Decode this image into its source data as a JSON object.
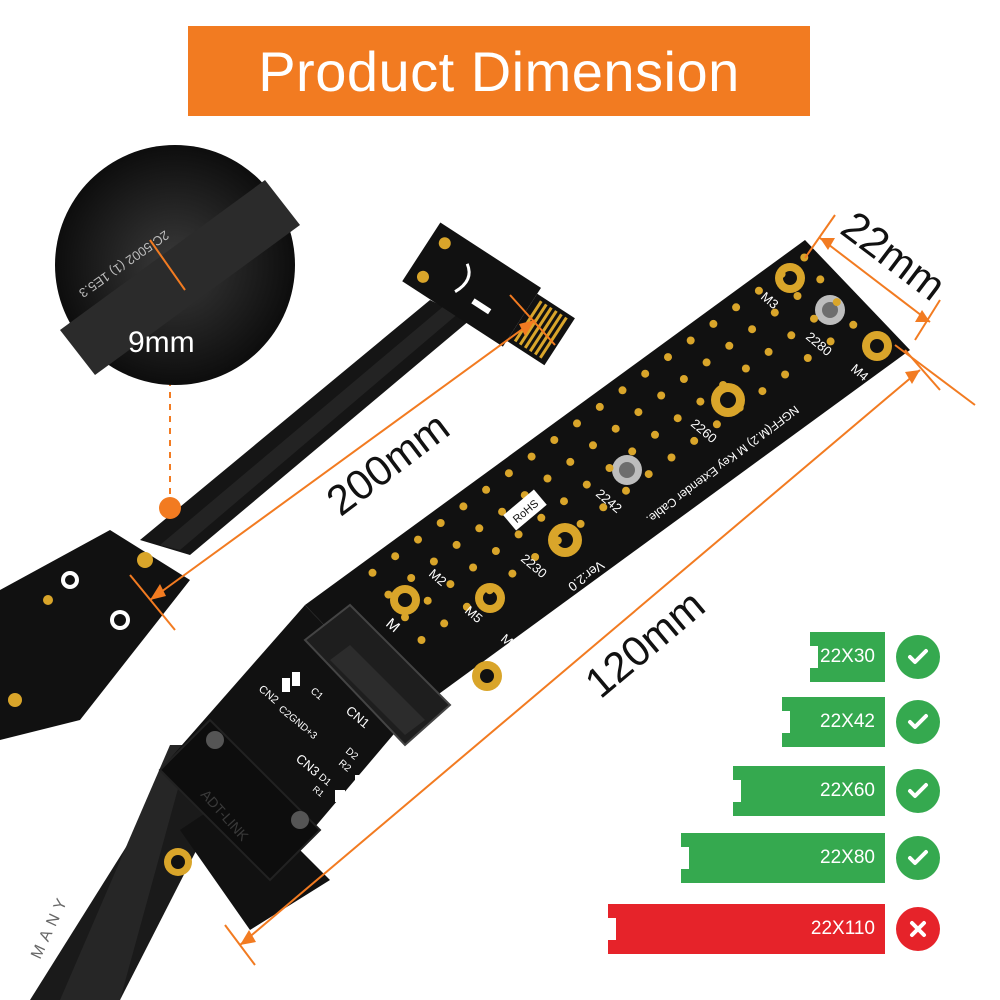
{
  "title": "Product Dimension",
  "inset": {
    "label": "9mm",
    "cable_print": "2C 5002 (1) 1E5.3"
  },
  "dimensions": {
    "cable_length": "200mm",
    "board_length": "120mm",
    "board_width": "22mm"
  },
  "board_marks": {
    "m3": "M3",
    "m4": "M4",
    "m2": "M2",
    "m5": "M5",
    "m1": "M1",
    "s2280": "2280",
    "s2260": "2260",
    "s2242": "2242",
    "s2230": "2230",
    "model": "NGFF(M.2) M Key Extender Cable.",
    "version": "Ver:2.0",
    "rohs": "RoHS",
    "key": "M",
    "cn1": "CN1",
    "cn2": "CN2",
    "cn3": "CN3",
    "c1": "C1",
    "c2": "C2",
    "gnd": "GND+3",
    "d1": "D1",
    "d2": "D2",
    "r1": "R1",
    "r2": "R2",
    "plug_brand": "ADT-LINK",
    "cable_text": "MANY"
  },
  "compat": [
    {
      "label": "22X30",
      "supported": true
    },
    {
      "label": "22X42",
      "supported": true
    },
    {
      "label": "22X60",
      "supported": true
    },
    {
      "label": "22X80",
      "supported": true
    },
    {
      "label": "22X110",
      "supported": false
    }
  ],
  "colors": {
    "accent": "#f27b21",
    "ok": "#35a94f",
    "bad": "#e6232a",
    "pcb": "#111111",
    "gold": "#d9a52a"
  }
}
